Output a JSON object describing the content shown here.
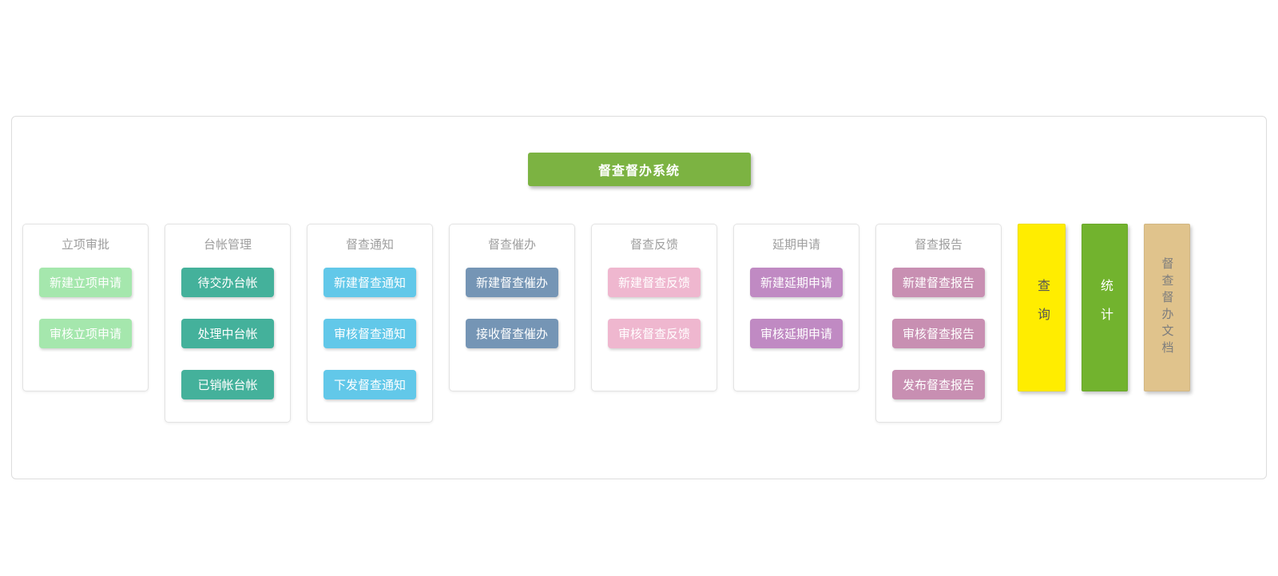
{
  "system": {
    "title": "督查督办系统",
    "color": "#7cb342"
  },
  "groups": [
    {
      "title": "立项审批",
      "color": "#a5e7ad",
      "items": [
        "新建立项申请",
        "审核立项申请"
      ]
    },
    {
      "title": "台帐管理",
      "color": "#44b19b",
      "items": [
        "待交办台帐",
        "处理中台帐",
        "已销帐台帐"
      ]
    },
    {
      "title": "督查通知",
      "color": "#62c8e9",
      "items": [
        "新建督查通知",
        "审核督查通知",
        "下发督查通知"
      ]
    },
    {
      "title": "督查催办",
      "color": "#7595b5",
      "items": [
        "新建督查催办",
        "接收督查催办"
      ]
    },
    {
      "title": "督查反馈",
      "color": "#efb7cf",
      "items": [
        "新建督查反馈",
        "审核督查反馈"
      ]
    },
    {
      "title": "延期申请",
      "color": "#c08ac3",
      "items": [
        "新建延期申请",
        "审核延期申请"
      ]
    },
    {
      "title": "督查报告",
      "color": "#c88fb2",
      "items": [
        "新建督查报告",
        "审核督查报告",
        "发布督查报告"
      ]
    }
  ],
  "bars": [
    {
      "label": "查询",
      "color": "#ffed00",
      "text_color": "#555555"
    },
    {
      "label": "统计",
      "color": "#72b32e",
      "text_color": "#ffffff"
    },
    {
      "label": "督查督办文档",
      "color": "#e0c38c",
      "text_color": "#7d7d7d"
    }
  ]
}
